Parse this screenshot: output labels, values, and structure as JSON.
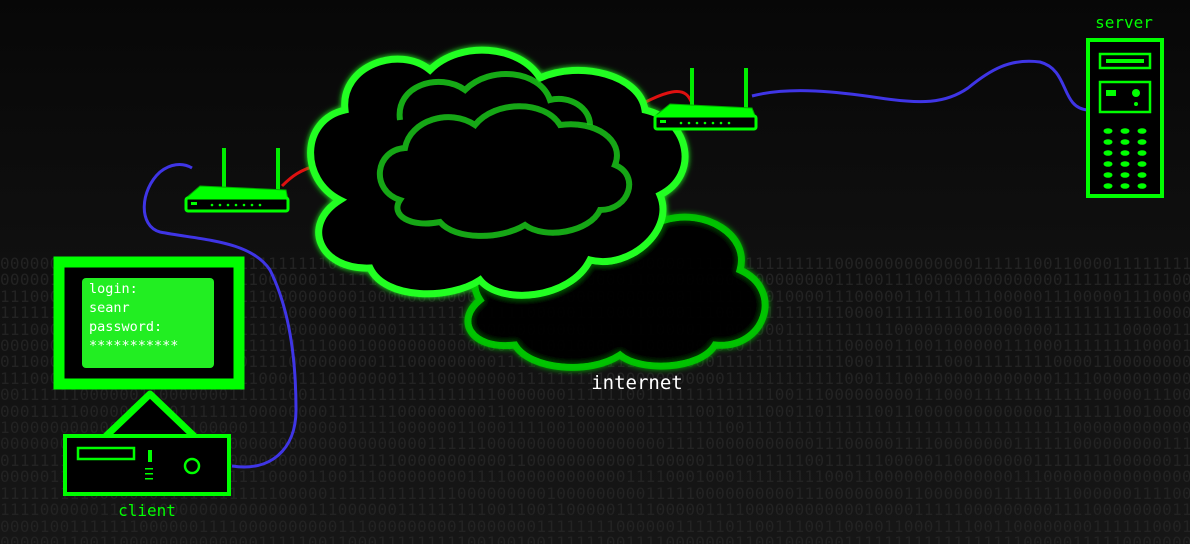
{
  "labels": {
    "server": "server",
    "client": "client",
    "internet": "internet"
  },
  "screen_lines": [
    "login:",
    "seanr",
    "password:",
    "***********"
  ],
  "colors": {
    "accent": "#00ff00",
    "cable_blue": "#3f35e6",
    "cable_red": "#e01010",
    "label_white": "#ffffff"
  }
}
